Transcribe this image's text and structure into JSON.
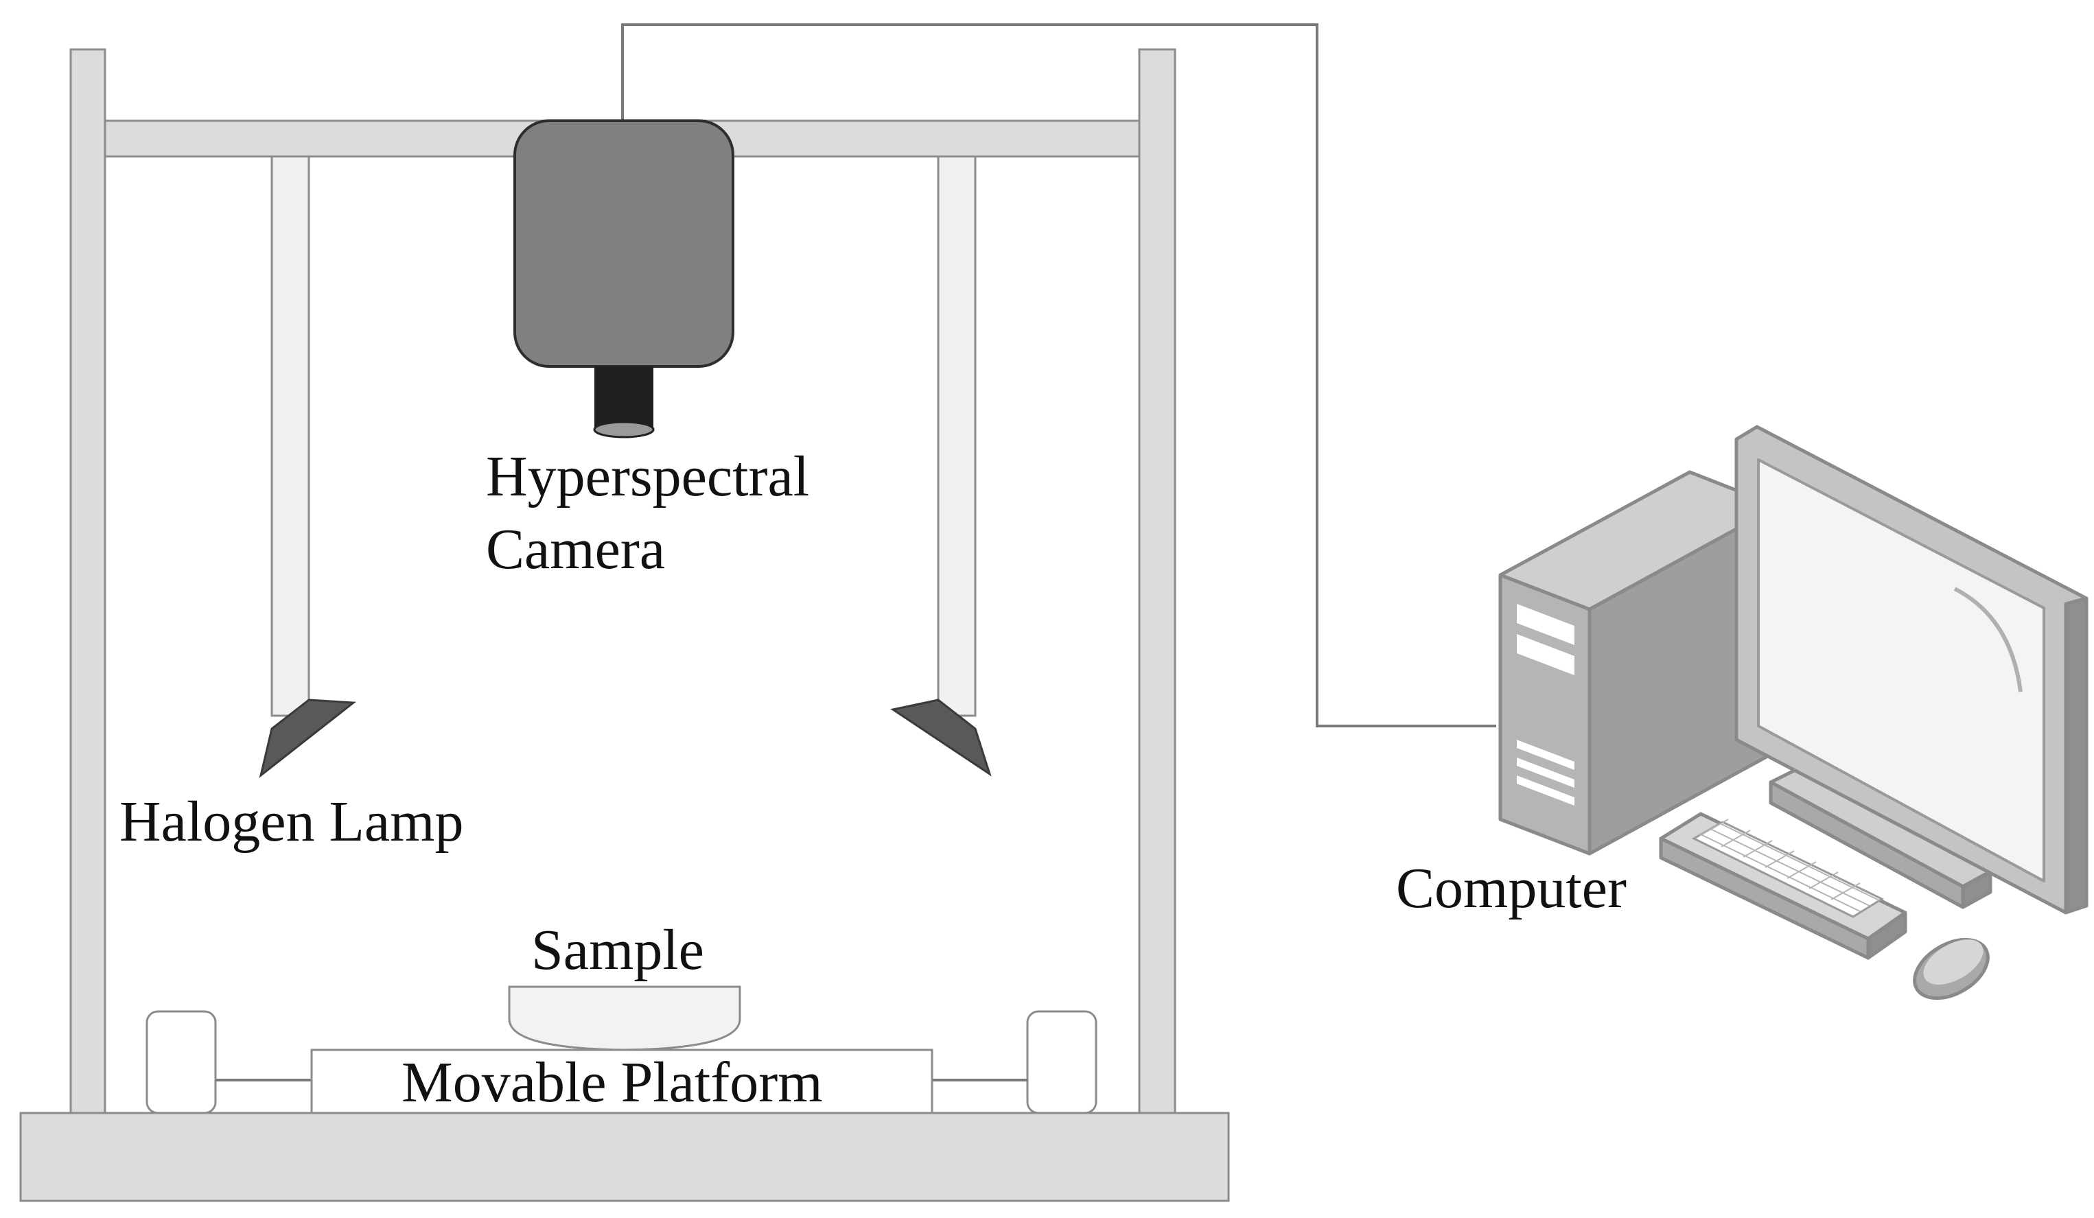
{
  "labels": {
    "camera_line1": "Hyperspectral",
    "camera_line2": "Camera",
    "lamp": "Halogen Lamp",
    "sample": "Sample",
    "platform": "Movable Platform",
    "computer": "Computer"
  },
  "colors": {
    "frame_fill": "#dcdcdc",
    "frame_stroke": "#8c8c8c",
    "lamp_arm_fill": "#f1f1f1",
    "lamp_head_fill": "#595959",
    "camera_body_fill": "#808080",
    "camera_lens_fill": "#202020",
    "cable": "#7a7a7a",
    "computer_light": "#cfcfcf",
    "computer_mid": "#a9a9a9",
    "computer_dark": "#8a8a8a"
  }
}
